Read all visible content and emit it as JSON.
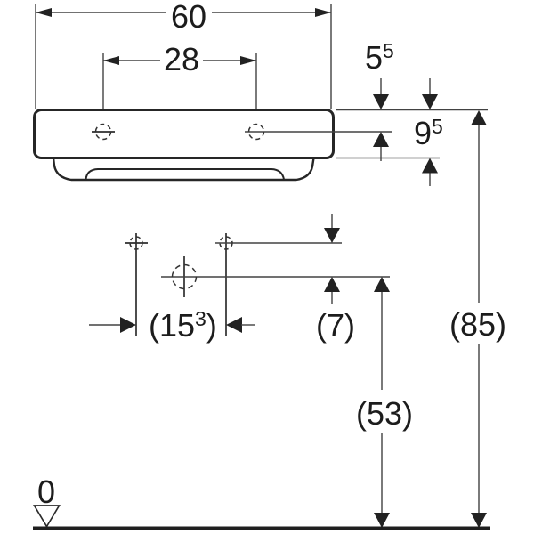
{
  "drawing": {
    "kind": "technical-dimension-drawing",
    "subject": "wall-hung washbasin, front view with installation dimensions",
    "colors": {
      "background": "#ffffff",
      "object_line": "#262626",
      "dimension_line": "#424242",
      "text": "#1c1c1c"
    },
    "labels": {
      "overall_width": "60",
      "tap_spacing": "28",
      "rim_to_tap": {
        "base": "5",
        "sup": "5",
        "value": "5.5"
      },
      "rim_to_underside": {
        "base": "9",
        "sup": "5",
        "value": "9.5"
      },
      "supply_spacing": {
        "open": "(15",
        "sup": "3",
        "close": ")",
        "value": "15.3"
      },
      "supply_to_drain": "(7)",
      "drain_height": "(53)",
      "rim_height": "(85)",
      "datum": "0"
    }
  }
}
